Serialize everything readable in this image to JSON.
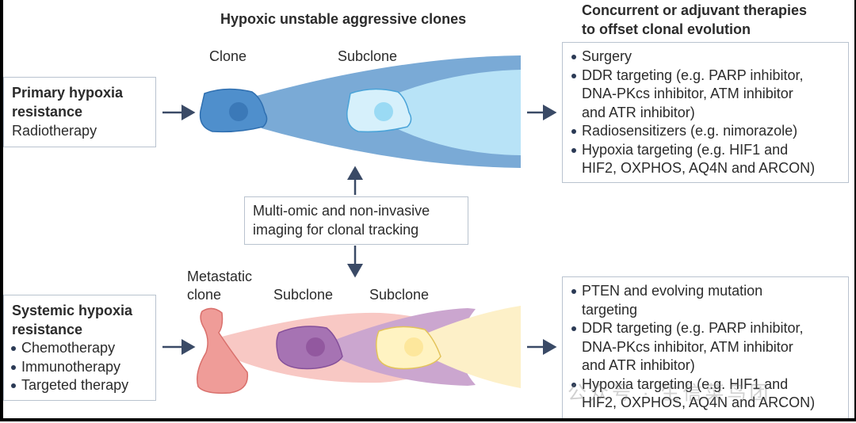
{
  "title": "Hypoxic unstable aggressive clones",
  "right_header": [
    "Concurrent or adjuvant therapies",
    "to offset clonal evolution"
  ],
  "primary": {
    "title": [
      "Primary hypoxia",
      "resistance"
    ],
    "therapy": "Radiotherapy",
    "labels": {
      "clone": "Clone",
      "subclone": "Subclone"
    },
    "therapies": [
      "Surgery",
      "DDR targeting (e.g. PARP inhibitor, DNA-PKcs inhibitor, ATM inhibitor and ATR inhibitor)",
      "Radiosensitizers (e.g. nimorazole)",
      "Hypoxia targeting (e.g. HIF1 and HIF2, OXPHOS, AQ4N and ARCON)"
    ],
    "therapy_lines": [
      [
        "Surgery"
      ],
      [
        "DDR targeting (e.g. PARP inhibitor,",
        "DNA-PKcs inhibitor, ATM inhibitor",
        "and ATR inhibitor)"
      ],
      [
        "Radiosensitizers (e.g. nimorazole)"
      ],
      [
        "Hypoxia targeting (e.g. HIF1 and",
        "HIF2, OXPHOS, AQ4N and ARCON)"
      ]
    ]
  },
  "tracking": [
    "Multi-omic and non-invasive",
    "imaging for clonal tracking"
  ],
  "systemic": {
    "title": [
      "Systemic hypoxia",
      "resistance"
    ],
    "therapies_left": [
      "Chemotherapy",
      "Immunotherapy",
      "Targeted therapy"
    ],
    "labels": {
      "metastatic": [
        "Metastatic",
        "clone"
      ],
      "subclone1": "Subclone",
      "subclone2": "Subclone"
    },
    "therapy_lines": [
      [
        "PTEN and evolving mutation",
        "targeting"
      ],
      [
        "DDR targeting (e.g. PARP inhibitor,",
        "DNA-PKcs inhibitor, ATM inhibitor",
        "and ATR inhibitor)"
      ],
      [
        "Hypoxia targeting (e.g. HIF1 and",
        "HIF2, OXPHOS, AQ4N and ARCON)"
      ]
    ]
  },
  "watermark": "公众号 · 生信菜鸟团",
  "colors": {
    "arrow": "#3a4a66",
    "blue_dark": "#7aaad6",
    "blue_light": "#b8e3f7",
    "pink": "#f8c8c4",
    "purple": "#cba6cf",
    "yellow": "#fdf0c8"
  }
}
